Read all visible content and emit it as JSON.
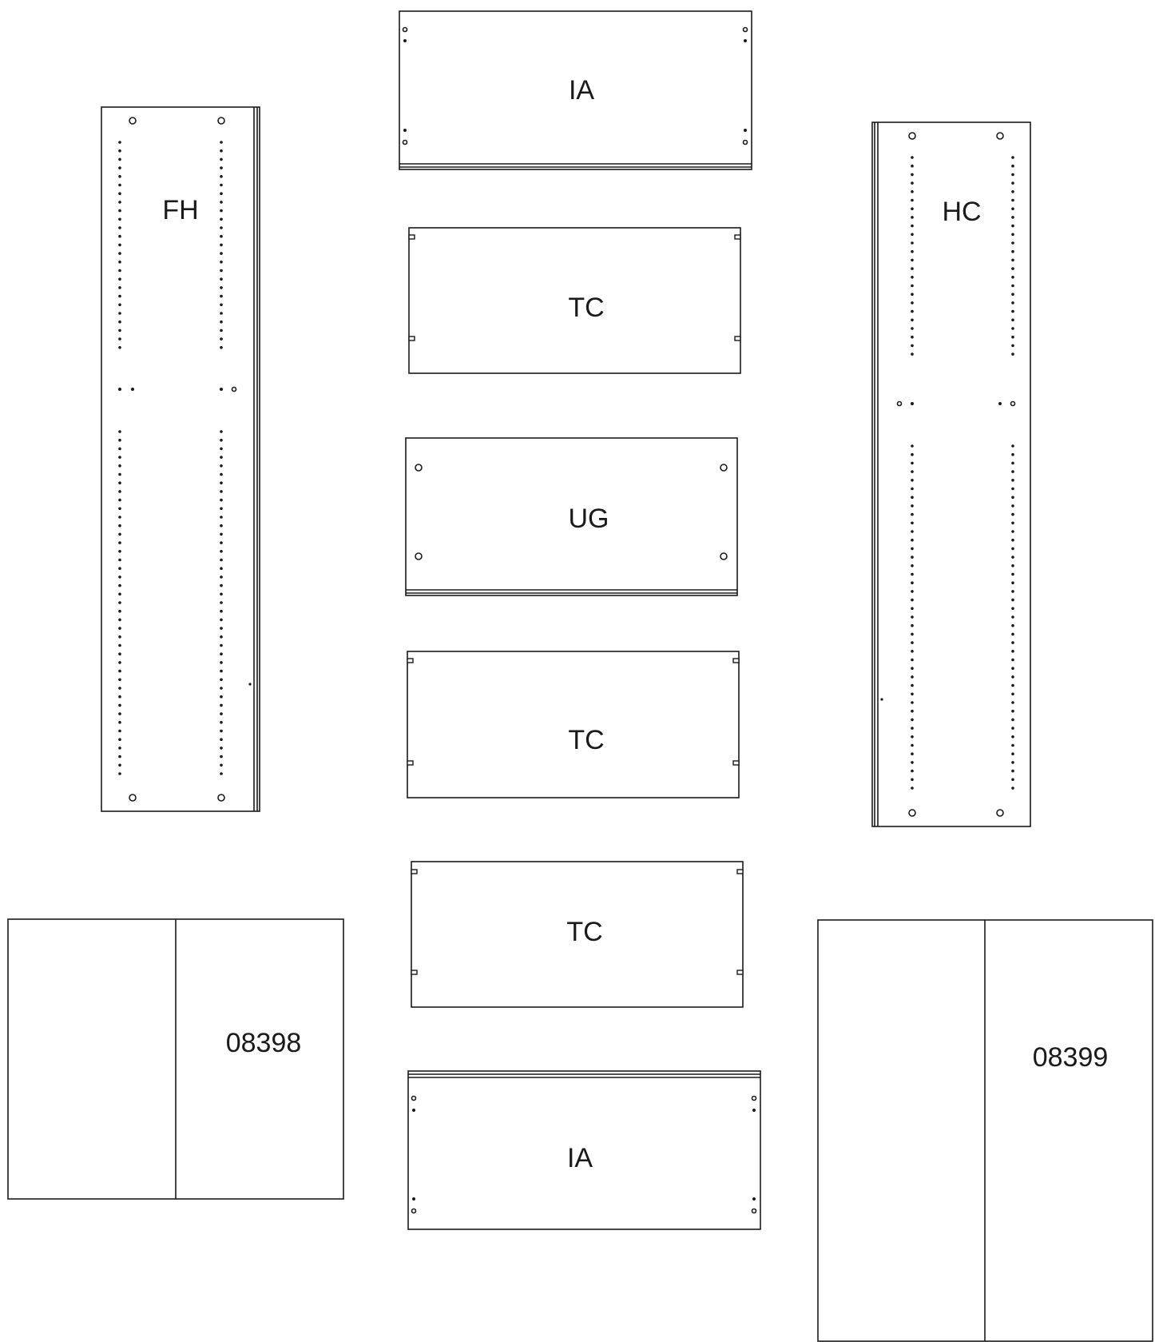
{
  "parts": {
    "fh": {
      "label": "FH"
    },
    "ia_top": {
      "label": "IA"
    },
    "hc": {
      "label": "HC"
    },
    "tc_1": {
      "label": "TC"
    },
    "ug": {
      "label": "UG"
    },
    "tc_2": {
      "label": "TC"
    },
    "tc_3": {
      "label": "TC"
    },
    "ia_bottom": {
      "label": "IA"
    },
    "door_08398": {
      "label": "08398"
    },
    "door_08399": {
      "label": "08399"
    }
  }
}
